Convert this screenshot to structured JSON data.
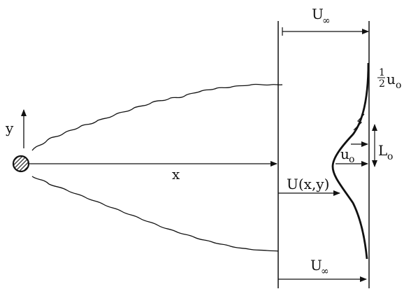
{
  "labels": {
    "u_inf_top": "U",
    "u_inf_top_sub": "∞",
    "u_inf_bottom": "U",
    "u_inf_bottom_sub": "∞",
    "half_num": "1",
    "half_den": "2",
    "half_u": "u",
    "half_u_sub": "o",
    "u0": "u",
    "u0_sub": "o",
    "L0": "L",
    "L0_sub": "o",
    "Uxy": "U(x,y)",
    "x": "x",
    "y": "y"
  }
}
